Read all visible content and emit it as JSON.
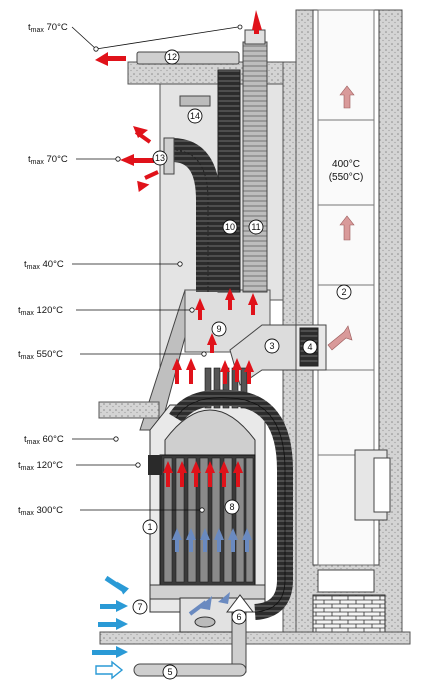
{
  "temperature_labels": [
    {
      "key": "t1",
      "prefix": "t",
      "sub": "max",
      "value": "70°C"
    },
    {
      "key": "t2",
      "prefix": "t",
      "sub": "max",
      "value": "70°C"
    },
    {
      "key": "t3",
      "prefix": "t",
      "sub": "max",
      "value": "40°C"
    },
    {
      "key": "t4",
      "prefix": "t",
      "sub": "max",
      "value": "120°C"
    },
    {
      "key": "t5",
      "prefix": "t",
      "sub": "max",
      "value": "550°C"
    },
    {
      "key": "t6",
      "prefix": "t",
      "sub": "max",
      "value": "60°C"
    },
    {
      "key": "t7",
      "prefix": "t",
      "sub": "max",
      "value": "120°C"
    },
    {
      "key": "t8",
      "prefix": "t",
      "sub": "max",
      "value": "300°C"
    }
  ],
  "chimney_temperature": {
    "line1": "400°C",
    "line2": "(550°C)"
  },
  "callouts": [
    "1",
    "2",
    "3",
    "4",
    "5",
    "6",
    "7",
    "8",
    "9",
    "10",
    "11",
    "12",
    "13",
    "14"
  ],
  "colors": {
    "hot_air": "#e0121a",
    "cold_air": "#2a9ad6",
    "inlet_air": "#6a8ac0",
    "flue_gas": "#d99a9a",
    "casing": "#d8d8d8",
    "wall": "#c8c8c8",
    "hose": "#2a2a2a"
  },
  "icons": [
    "hot-air-arrow",
    "cold-air-arrow",
    "flue-gas-arrow",
    "outside-air-inlet-arrow"
  ]
}
